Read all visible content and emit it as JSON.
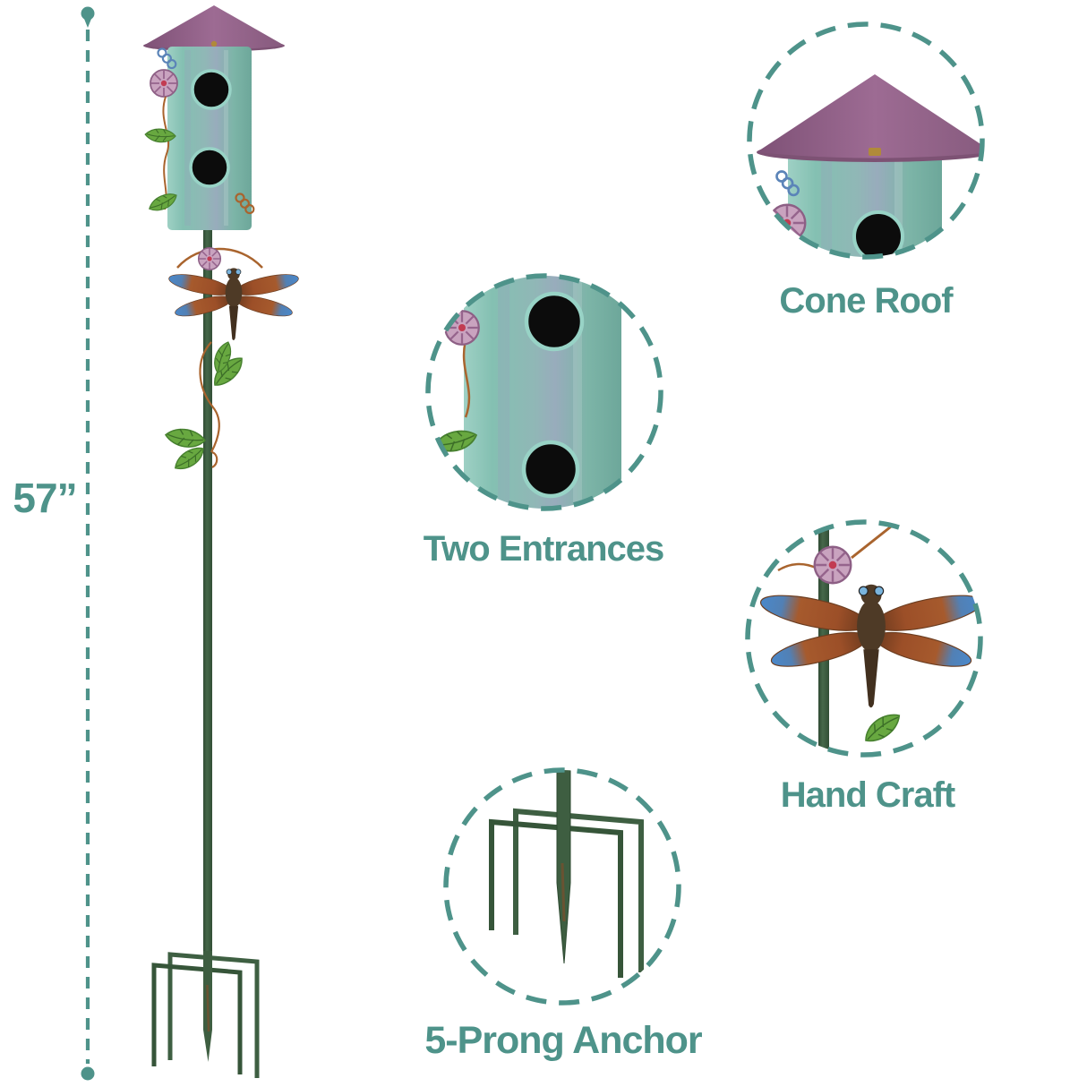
{
  "page": {
    "background": "#ffffff",
    "type": "product-feature-infographic"
  },
  "dimension": {
    "label": "57”",
    "orientation": "vertical"
  },
  "callouts": [
    {
      "id": "cone-roof",
      "label": "Cone Roof"
    },
    {
      "id": "two-entrances",
      "label": "Two Entrances"
    },
    {
      "id": "hand-craft",
      "label": "Hand Craft"
    },
    {
      "id": "five-prong-anchor",
      "label": "5-Prong Anchor"
    }
  ],
  "illustrations": [
    "birdhouse-stake-illustration",
    "dimension-line",
    "cone-roof-detail",
    "two-entrances-detail",
    "dragonfly-detail",
    "five-prong-anchor-detail"
  ],
  "colors": {
    "page_bg": "#ffffff",
    "accent": "#4e938a",
    "roof_purple": "#9d6b93",
    "roof_purple_dark": "#7d5274",
    "body_teal": "#85beb2",
    "body_teal_light": "#9ed0c4",
    "hole_black": "#0c0c0c",
    "hole_rim": "#98d3c6",
    "pole_green": "#3e5e41",
    "pole_green_dark": "#2f4a33",
    "leaf_green": "#68a840",
    "leaf_green_dark": "#47812f",
    "flower_pink": "#c9a3bf",
    "flower_center_red": "#c23b52",
    "wing_orange": "#a65a2d",
    "wing_blue": "#4a88ca",
    "copper_wire": "#a9642e",
    "brass": "#b08a3a",
    "dragonfly_body": "#4e3a26"
  }
}
